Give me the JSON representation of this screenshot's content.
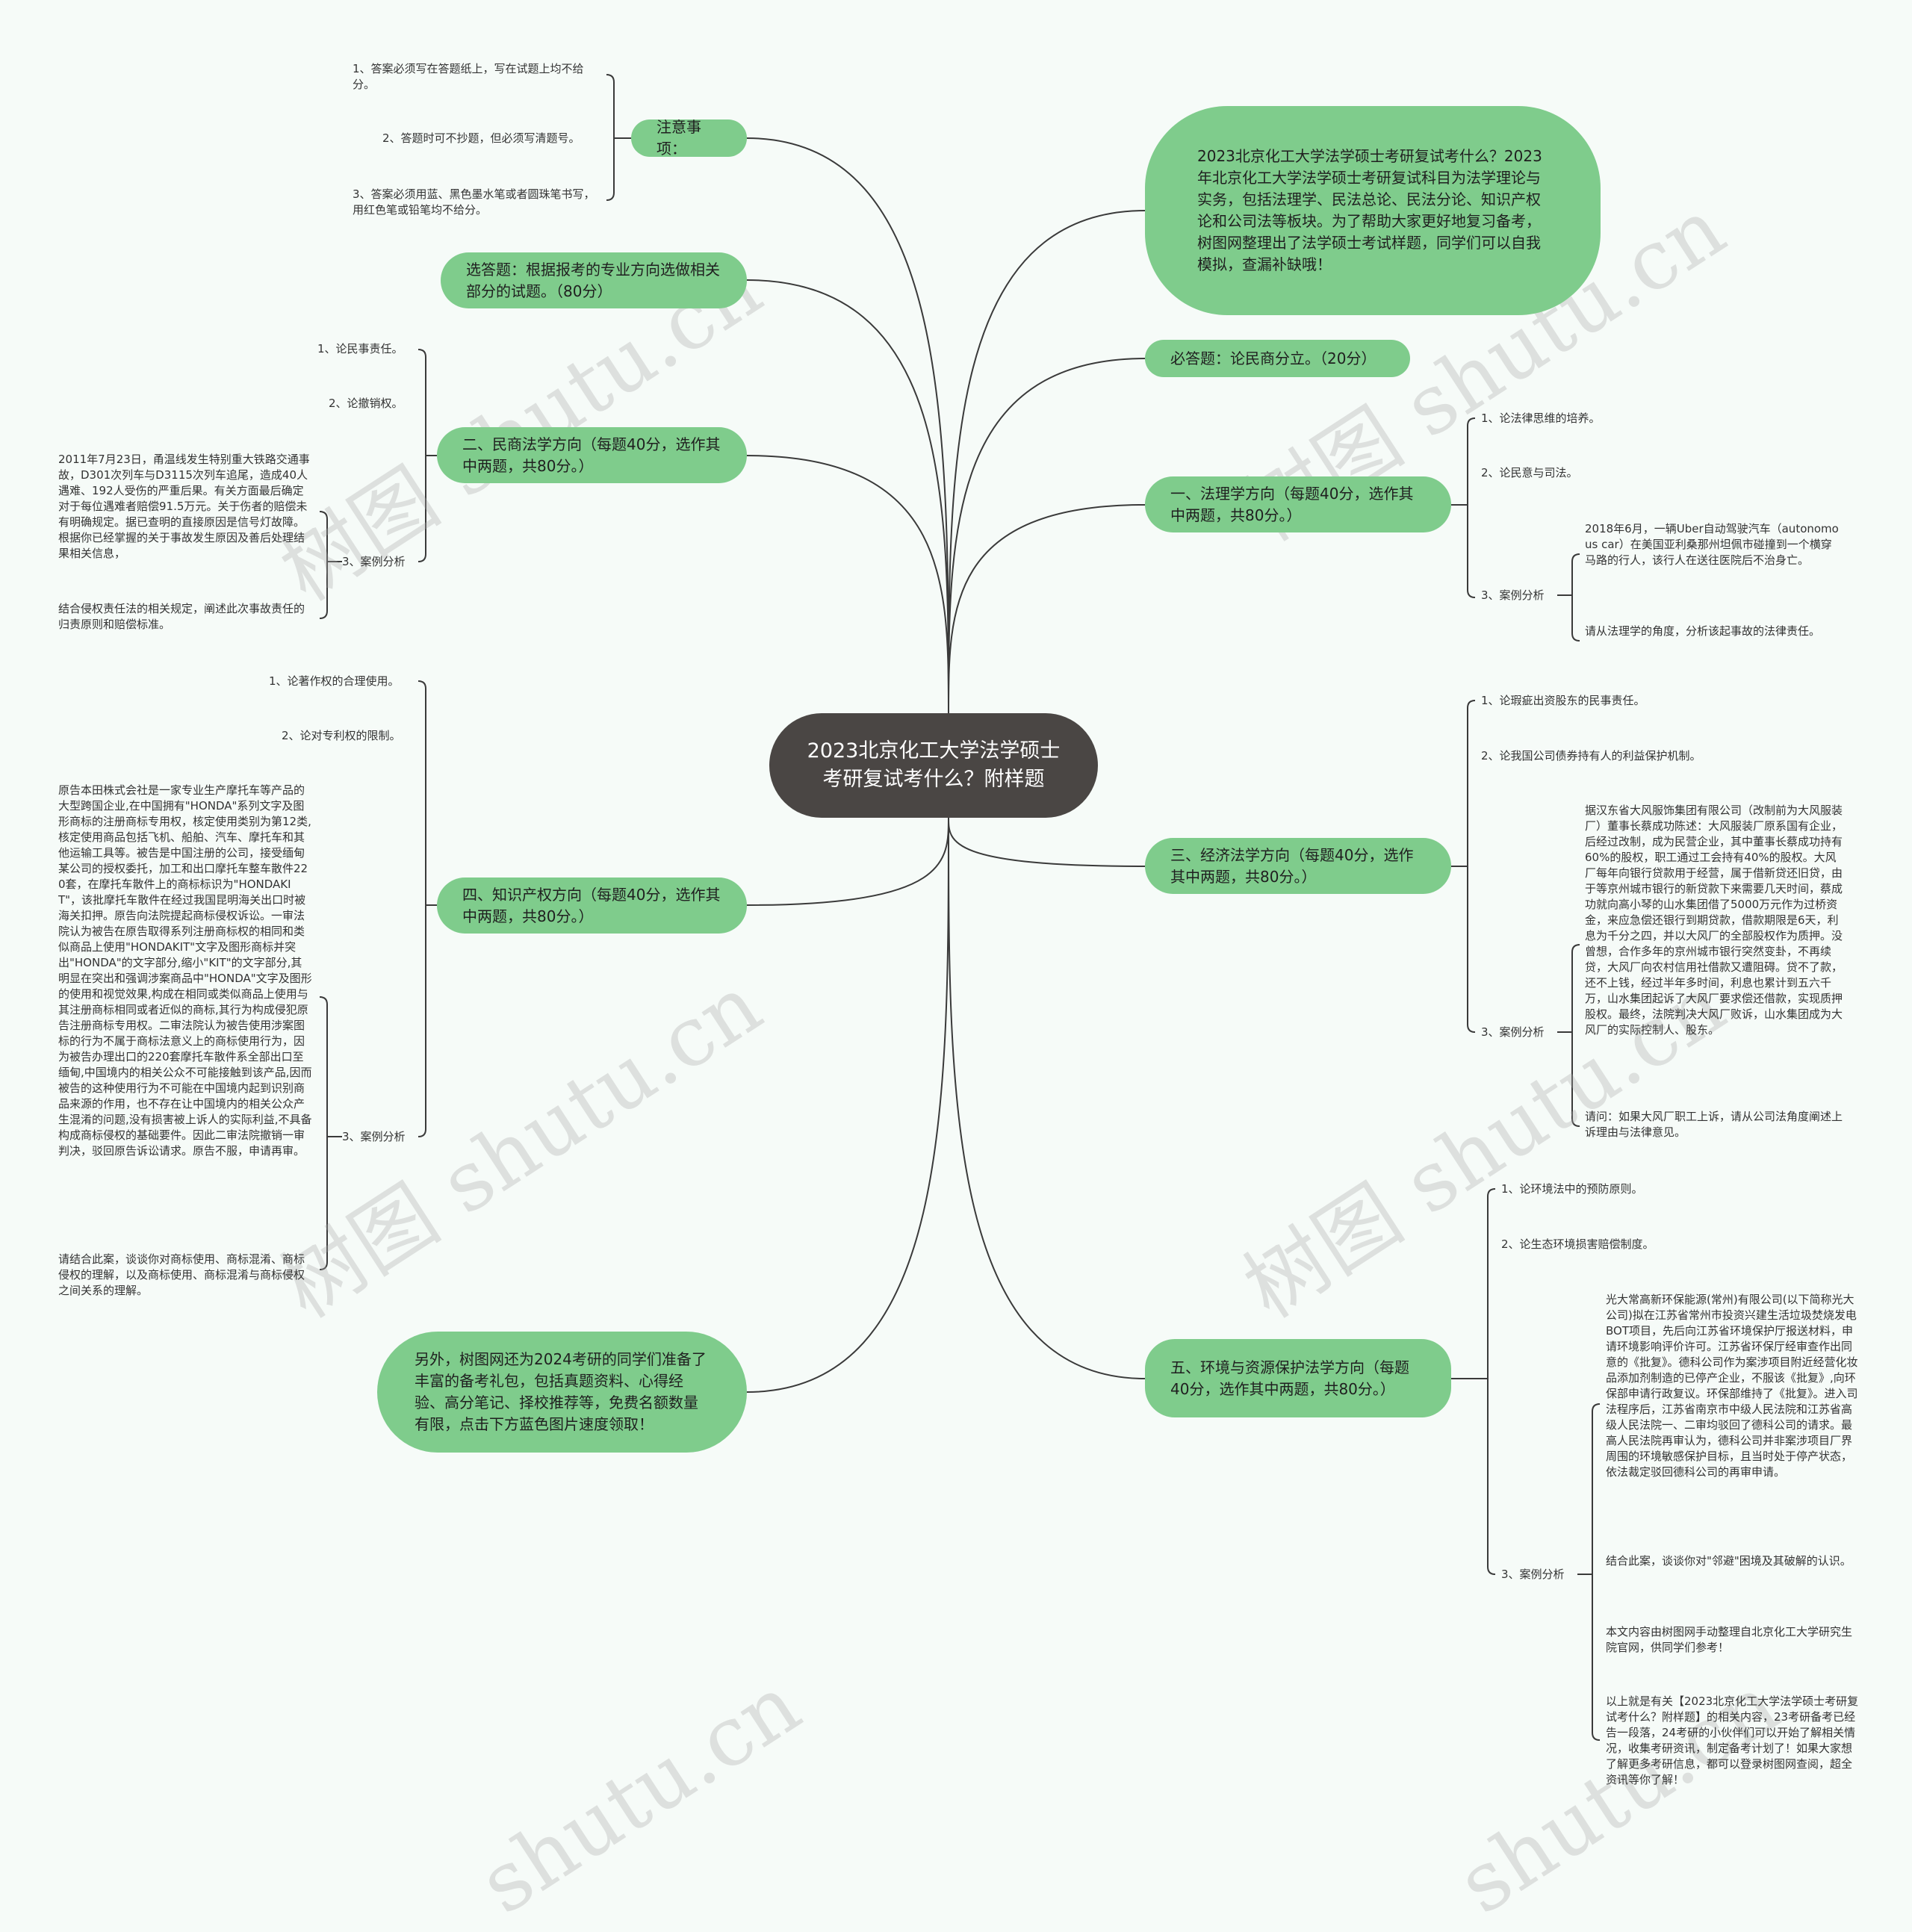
{
  "root": "2023北京化工大学法学硕士考研复试考什么？附样题",
  "watermarks": [
    "树图 shutu.cn",
    "树图 shutu.cn",
    "树图 shutu.cn",
    "树图 shutu.cn",
    "shutu.cn",
    "shutu.cn"
  ],
  "left": {
    "notice": {
      "label": "注意事项：",
      "items": [
        "1、答案必须写在答题纸上，写在试题上均不给分。",
        "2、答题时可不抄题，但必须写清题号。",
        "3、答案必须用蓝、黑色墨水笔或者圆珠笔书写，用红色笔或铅笔均不给分。"
      ]
    },
    "elective": "选答题：根据报考的专业方向选做相关部分的试题。（80分）",
    "civil": {
      "label": "二、民商法学方向（每题40分，选作其中两题，共80分。）",
      "items": [
        "1、论民事责任。",
        "2、论撤销权。"
      ],
      "case_label": "3、案例分析",
      "case": [
        "2011年7月23日，甬温线发生特别重大铁路交通事故，D301次列车与D3115次列车追尾，造成40人遇难、192人受伤的严重后果。有关方面最后确定对于每位遇难者赔偿91.5万元。关于伤者的赔偿未有明确规定。据已查明的直接原因是信号灯故障。根据你已经掌握的关于事故发生原因及善后处理结果相关信息，",
        "结合侵权责任法的相关规定，阐述此次事故责任的归责原则和赔偿标准。"
      ]
    },
    "ip": {
      "label": "四、知识产权方向（每题40分，选作其中两题，共80分。）",
      "items": [
        "1、论著作权的合理使用。",
        "2、论对专利权的限制。"
      ],
      "case_label": "3、案例分析",
      "case": [
        "原告本田株式会社是一家专业生产摩托车等产品的大型跨国企业,在中国拥有\"HONDA\"系列文字及图形商标的注册商标专用权，核定使用类别为第12类,核定使用商品包括飞机、船舶、汽车、摩托车和其他运输工具等。被告是中国注册的公司，接受缅甸某公司的授权委托，加工和出口摩托车整车散件220套，在摩托车散件上的商标标识为\"HONDAKIT\"，该批摩托车散件在经过我国昆明海关出口时被海关扣押。原告向法院提起商标侵权诉讼。一审法院认为被告在原告取得系列注册商标权的相同和类似商品上使用\"HONDAKIT\"文字及图形商标并突出\"HONDA\"的文字部分,缩小\"KIT\"的文字部分,其明显在突出和强调涉案商品中\"HONDA\"文字及图形的使用和视觉效果,构成在相同或类似商品上使用与其注册商标相同或者近似的商标,其行为构成侵犯原告注册商标专用权。二审法院认为被告使用涉案图标的行为不属于商标法意义上的商标使用行为，因为被告办理出口的220套摩托车散件系全部出口至缅甸,中国境内的相关公众不可能接触到该产品,因而被告的这种使用行为不可能在中国境内起到识别商品来源的作用，也不存在让中国境内的相关公众产生混淆的问题,没有损害被上诉人的实际利益,不具备构成商标侵权的基础要件。因此二审法院撤销一审判决，驳回原告诉讼请求。原告不服，申请再审。",
        "请结合此案，谈谈你对商标使用、商标混淆、商标侵权的理解，以及商标使用、商标混淆与商标侵权之间关系的理解。"
      ]
    },
    "gift": "另外，树图网还为2024考研的同学们准备了丰富的备考礼包，包括真题资料、心得经验、高分笔记、择校推荐等，免费名额数量有限，点击下方蓝色图片速度领取！"
  },
  "right": {
    "intro": "2023北京化工大学法学硕士考研复试考什么？2023年北京化工大学法学硕士考研复试科目为法学理论与实务，包括法理学、民法总论、民法分论、知识产权论和公司法等板块。为了帮助大家更好地复习备考，树图网整理出了法学硕士考试样题，同学们可以自我模拟，查漏补缺哦！",
    "required": "必答题：论民商分立。（20分）",
    "jurisprudence": {
      "label": "一、法理学方向（每题40分，选作其中两题，共80分。）",
      "items": [
        "1、论法律思维的培养。",
        "2、论民意与司法。"
      ],
      "case_label": "3、案例分析",
      "case": [
        "2018年6月，一辆Uber自动驾驶汽车（autonomous car）在美国亚利桑那州坦佩市碰撞到一个横穿马路的行人，该行人在送往医院后不治身亡。",
        "请从法理学的角度，分析该起事故的法律责任。"
      ]
    },
    "economic": {
      "label": "三、经济法学方向（每题40分，选作其中两题，共80分。）",
      "items": [
        "1、论瑕疵出资股东的民事责任。",
        "2、论我国公司债券持有人的利益保护机制。"
      ],
      "case_label": "3、案例分析",
      "case": [
        "据汉东省大风服饰集团有限公司（改制前为大风服装厂）董事长蔡成功陈述：大风服装厂原系国有企业，后经过改制，成为民营企业，其中董事长蔡成功持有60%的股权，职工通过工会持有40%的股权。大风厂每年向银行贷款用于经营，属于借新贷还旧贷，由于等京州城市银行的新贷款下来需要几天时间，蔡成功就向高小琴的山水集团借了5000万元作为过桥资金，来应急偿还银行到期贷款，借款期限是6天，利息为千分之四，并以大风厂的全部股权作为质押。没曾想，合作多年的京州城市银行突然变卦，不再续贷，大风厂向农村信用社借款又遭阻碍。贷不了款，还不上钱，经过半年多时间，利息也累计到五六千万，山水集团起诉了大风厂要求偿还借款，实现质押股权。最终，法院判决大风厂败诉，山水集团成为大风厂的实际控制人、股东。",
        "请问：如果大风厂职工上诉，请从公司法角度阐述上诉理由与法律意见。"
      ]
    },
    "environment": {
      "label": "五、环境与资源保护法学方向（每题40分，选作其中两题，共80分。）",
      "items": [
        "1、论环境法中的预防原则。",
        "2、论生态环境损害赔偿制度。"
      ],
      "case_label": "3、案例分析",
      "case": [
        "光大常高新环保能源(常州)有限公司(以下简称光大公司)拟在江苏省常州市投资兴建生活垃圾焚烧发电BOT项目，先后向江苏省环境保护厅报送材料，申请环境影响评价许可。江苏省环保厅经审查作出同意的《批复》。德科公司作为案涉项目附近经营化妆品添加剂制造的已停产企业，不服该《批复》,向环保部申请行政复议。环保部维持了《批复》。进入司法程序后，江苏省南京市中级人民法院和江苏省高级人民法院一、二审均驳回了德科公司的请求。最高人民法院再审认为，德科公司并非案涉项目厂界周围的环境敏感保护目标，且当时处于停产状态，依法裁定驳回德科公司的再审申请。",
        "结合此案，谈谈你对\"邻避\"困境及其破解的认识。",
        "本文内容由树图网手动整理自北京化工大学研究生院官网，供同学们参考！",
        "以上就是有关【2023北京化工大学法学硕士考研复试考什么？附样题】的相关内容，23考研备考已经告一段落，24考研的小伙伴们可以开始了解相关情况，收集考研资讯，制定备考计划了！如果大家想了解更多考研信息，都可以登录树图网查阅，超全资讯等你了解！"
      ]
    }
  },
  "colors": {
    "root": "#4a4644",
    "branch": "#7fcc8c",
    "line": "#3a3a3a",
    "background": "#f6fbf8"
  }
}
